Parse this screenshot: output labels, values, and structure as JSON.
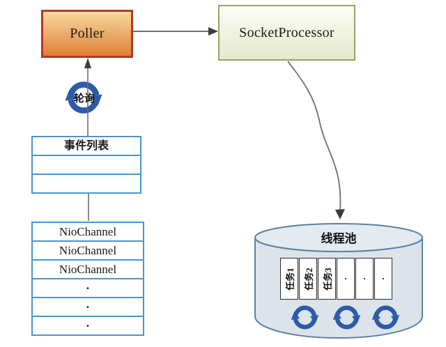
{
  "nodes": {
    "poller": {
      "label": "Poller"
    },
    "socket_processor": {
      "label": "SocketProcessor"
    }
  },
  "polling_label": "轮询",
  "event_list": {
    "header": "事件列表",
    "empty_row_count": 2
  },
  "nio_channel_list": {
    "rows": [
      "NioChannel",
      "NioChannel",
      "NioChannel",
      "·",
      "·",
      "·"
    ]
  },
  "thread_pool": {
    "title": "线程池",
    "task_slots": [
      "任务1",
      "任务2",
      "任务3",
      "·",
      "·",
      "·"
    ]
  },
  "icons": {
    "polling_icon": "sync-circular-arrows",
    "thread_icons": [
      "sync-circular-arrows",
      "sync-circular-arrows",
      "sync-circular-arrows"
    ]
  },
  "colors": {
    "poller_gradient_top": "#f6d9a0",
    "poller_gradient_bottom": "#df7f35",
    "poller_border": "#b03a25",
    "socket_gradient_top": "#fcfdf6",
    "socket_gradient_bottom": "#e5e8cc",
    "socket_border": "#98a26b",
    "table_border": "#4a94cc",
    "cylinder_fill": "#dce3ea",
    "cylinder_top_fill": "#e3eaf0",
    "cylinder_border": "#5b81a1",
    "sync_icon": "#2c5ba7",
    "connector": "#6f6f6f",
    "arrowhead": "#3c3c3c"
  }
}
